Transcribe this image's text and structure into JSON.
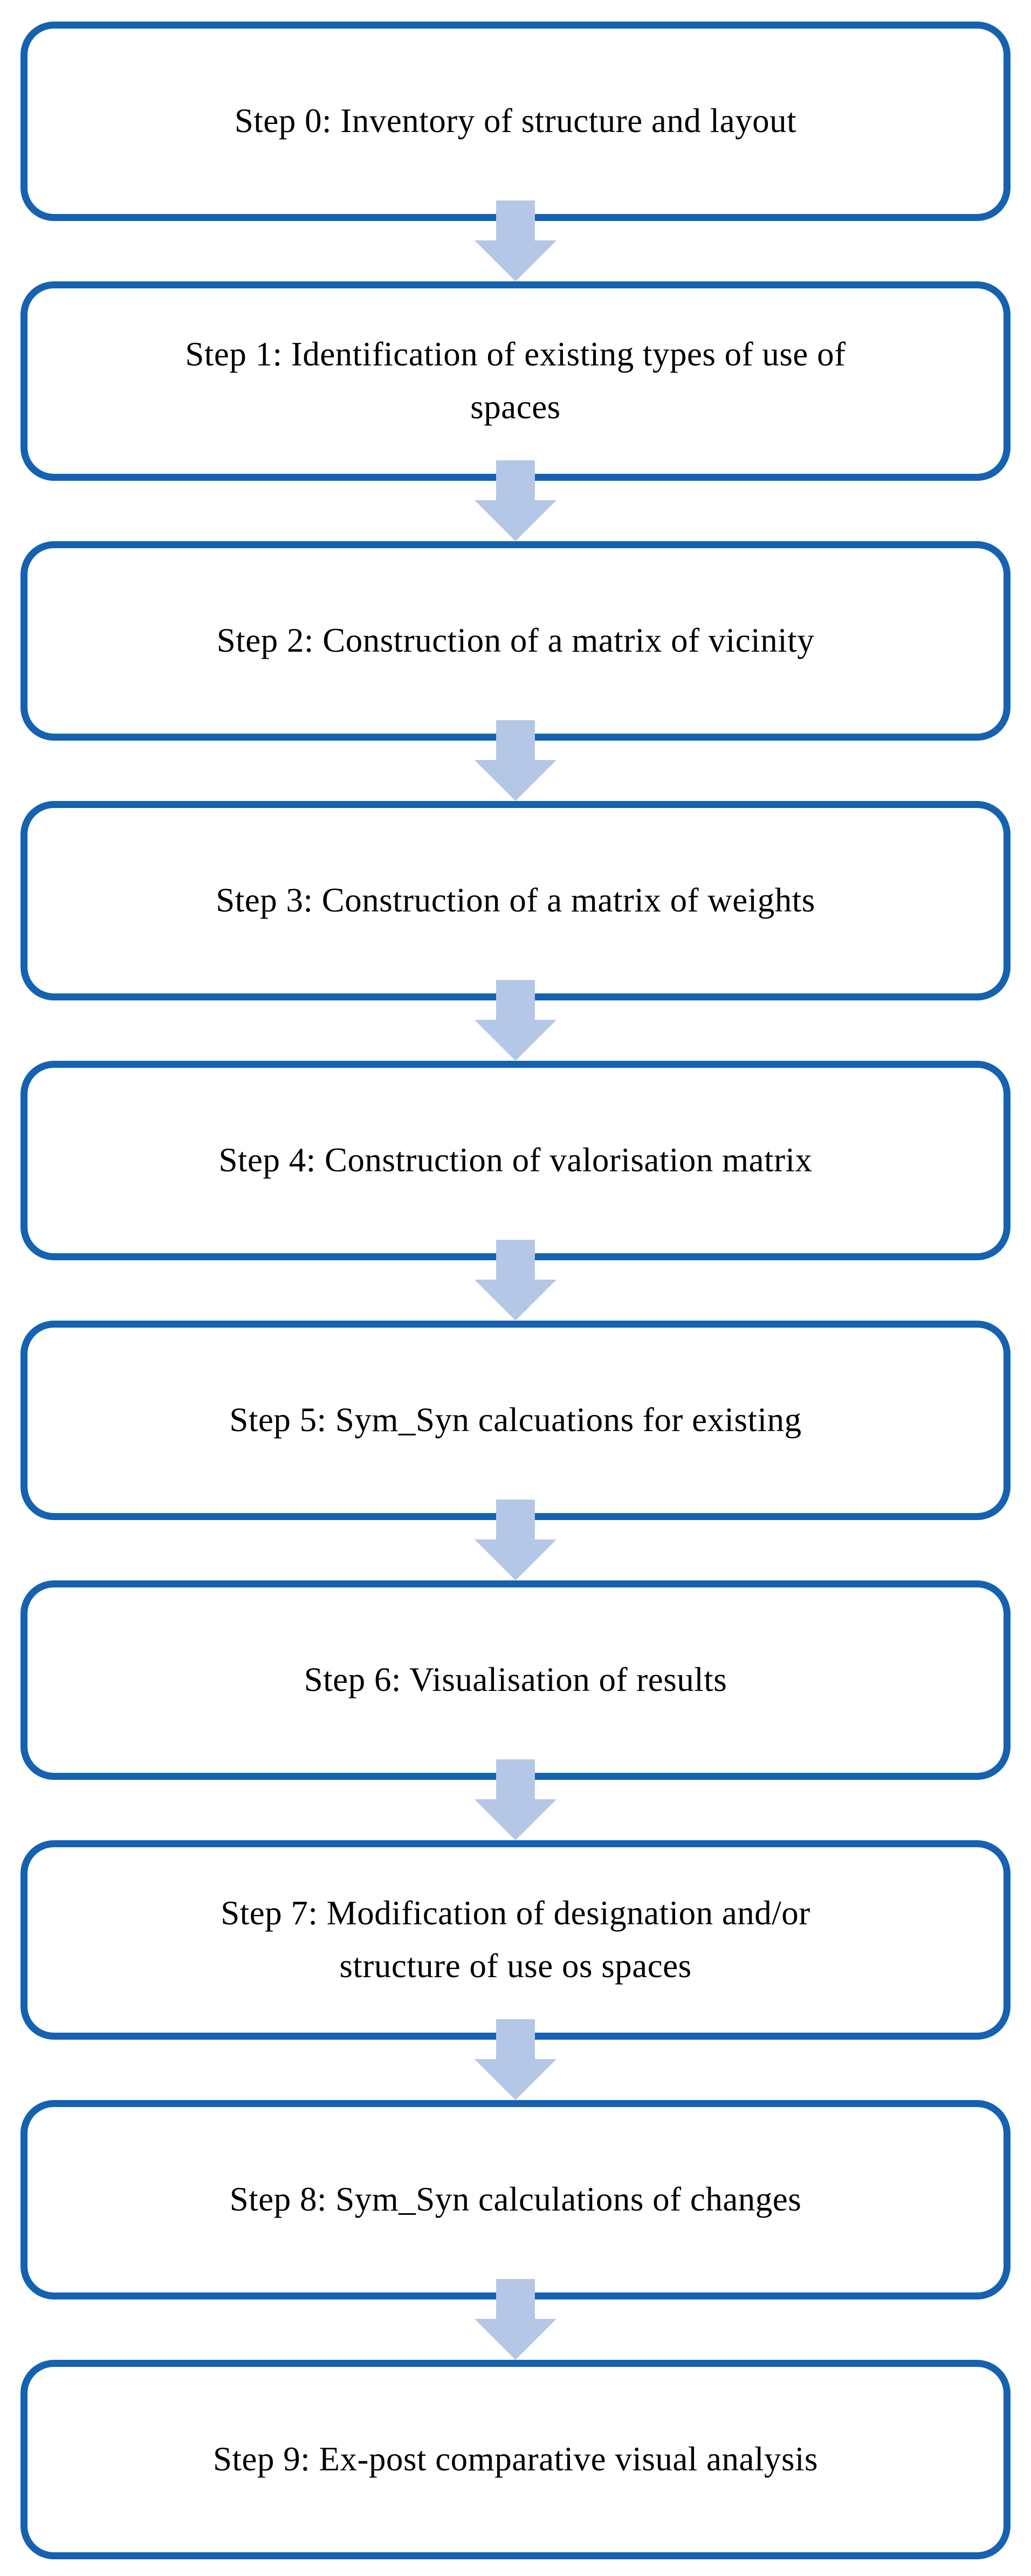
{
  "figure": {
    "type": "flowchart",
    "direction": "top-to-bottom",
    "colors": {
      "box_border": "#1462b1",
      "box_fill": "#ffffff",
      "arrow_fill": "#b4c7e7",
      "text": "#000000",
      "background": "#ffffff"
    },
    "arrow_icon": "down-arrow",
    "steps": [
      {
        "label": "Step 0: Inventory of structure and layout"
      },
      {
        "label": "Step 1: Identification of existing types of use of\nspaces"
      },
      {
        "label": "Step 2: Construction of a matrix of vicinity"
      },
      {
        "label": "Step 3: Construction of a matrix of weights"
      },
      {
        "label": "Step 4: Construction of valorisation matrix"
      },
      {
        "label": "Step 5: Sym_Syn calcuations for existing"
      },
      {
        "label": "Step 6: Visualisation of results"
      },
      {
        "label": "Step 7: Modification of designation and/or\nstructure of use os spaces"
      },
      {
        "label": "Step 8: Sym_Syn calculations of changes"
      },
      {
        "label": "Step 9: Ex-post comparative visual analysis"
      }
    ]
  }
}
